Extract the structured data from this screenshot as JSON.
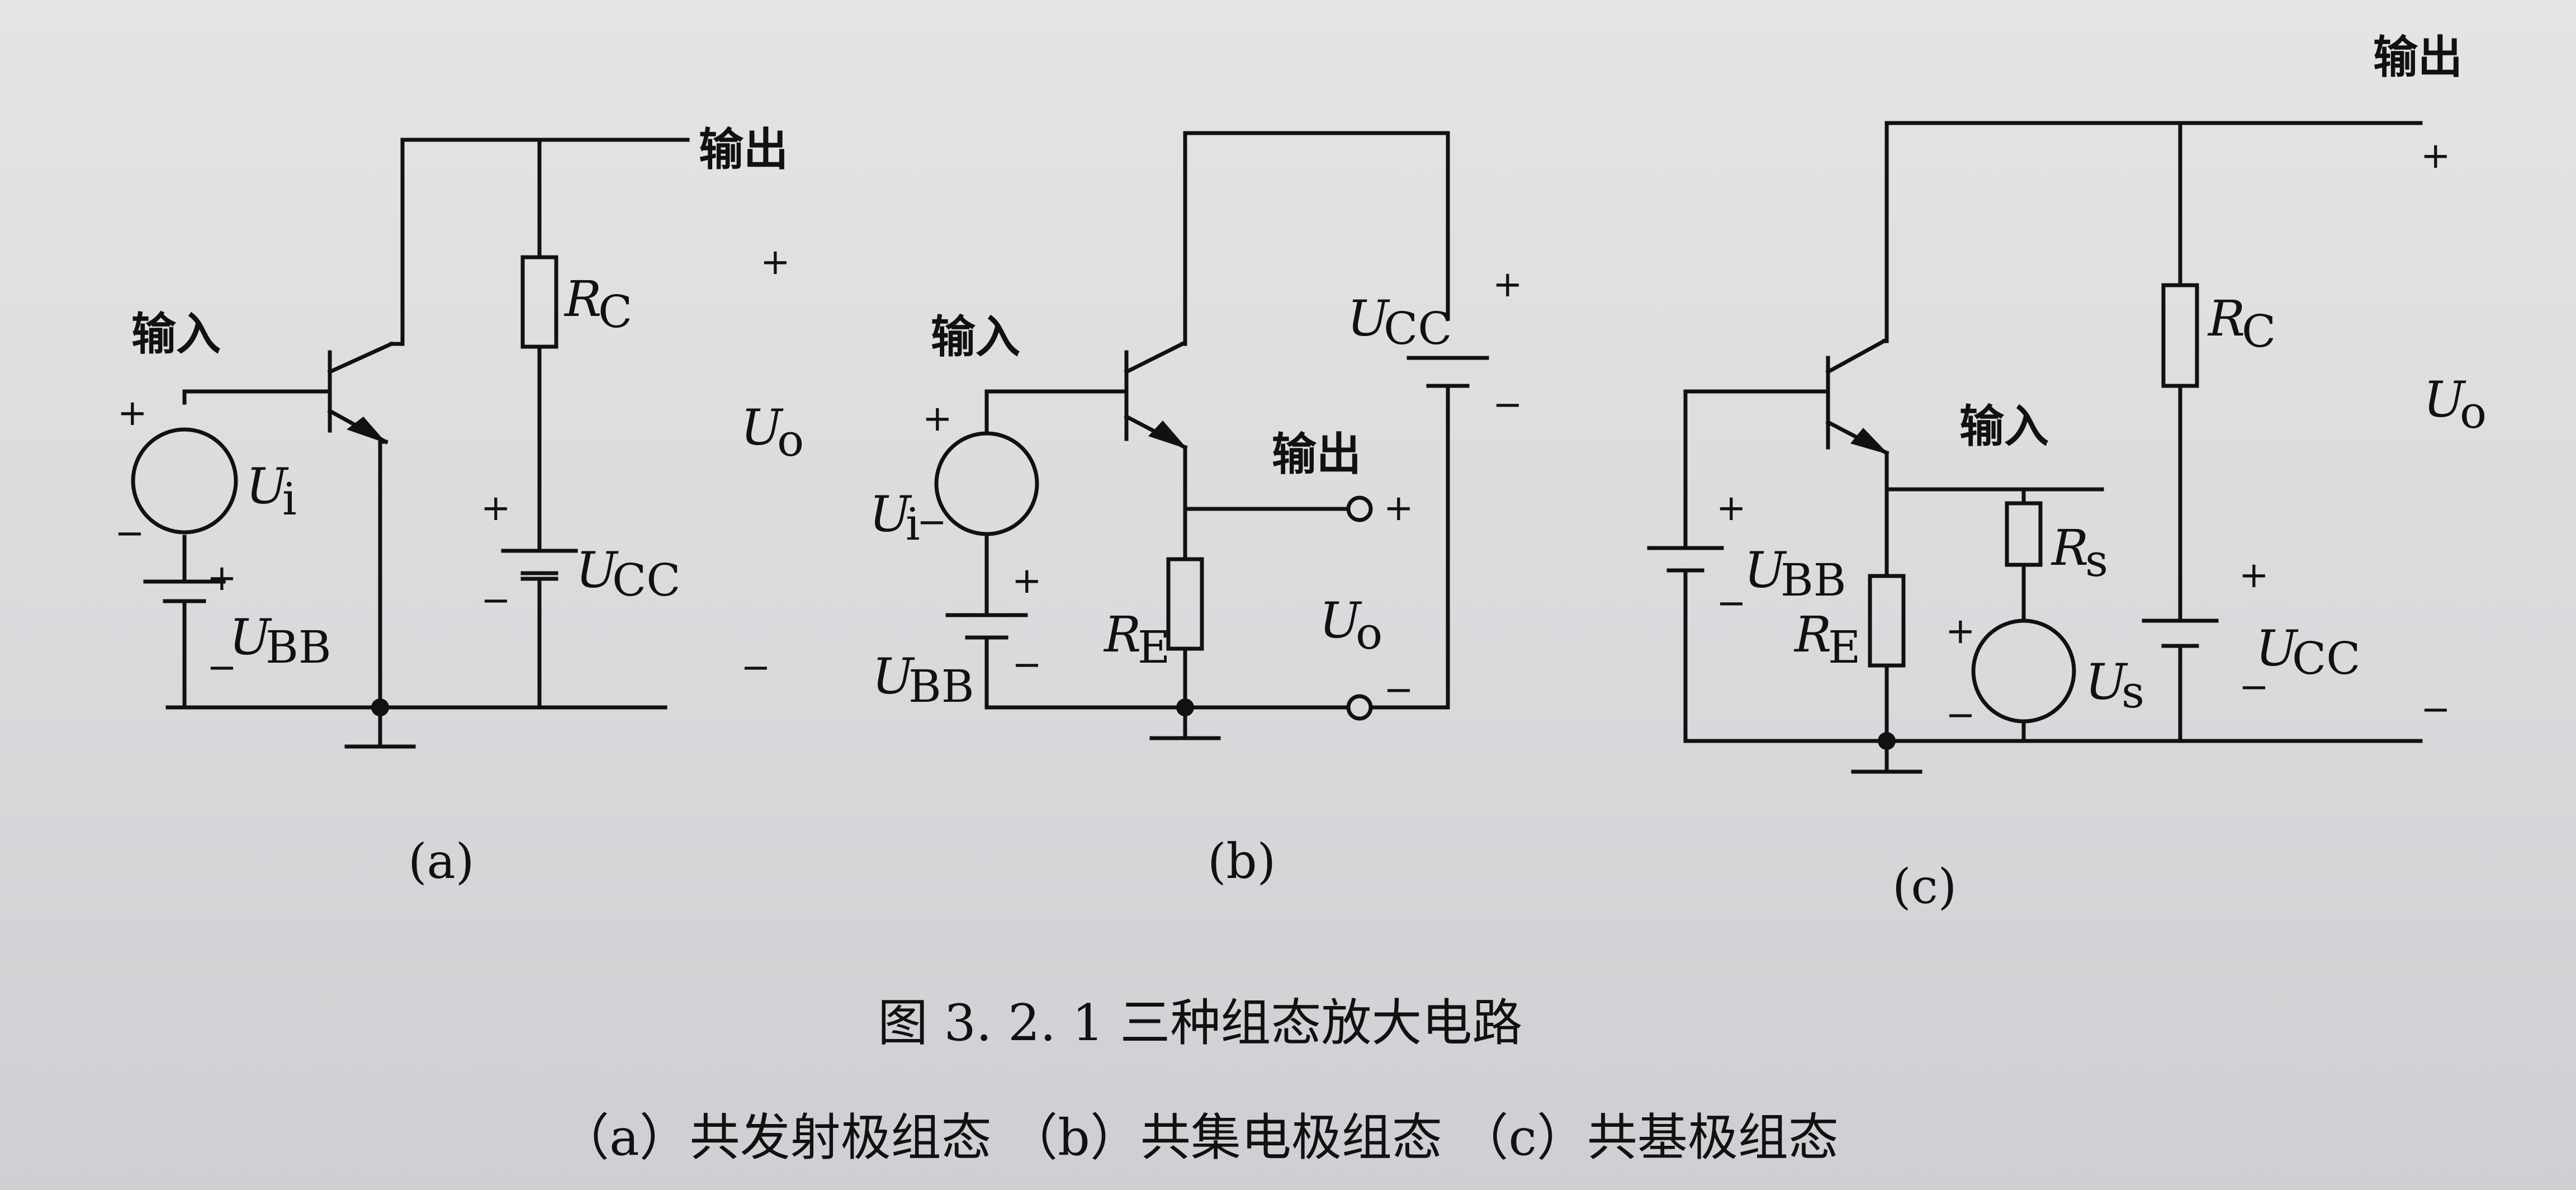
{
  "labels": {
    "input": "输入",
    "output": "输出",
    "plus": "+",
    "minus": "−"
  },
  "symbols": {
    "U": "U",
    "R": "R",
    "sub_i": "i",
    "sub_o": "o",
    "sub_BB": "BB",
    "sub_CC": "CC",
    "sub_C": "C",
    "sub_E": "E",
    "sub_s": "s"
  },
  "panels": {
    "a": "(a)",
    "b": "(b)",
    "c": "(c)"
  },
  "caption": {
    "title": "图 3. 2. 1    三种组态放大电路",
    "subtitle": "（a）共发射极组态   （b）共集电极组态   （c）共基极组态"
  }
}
